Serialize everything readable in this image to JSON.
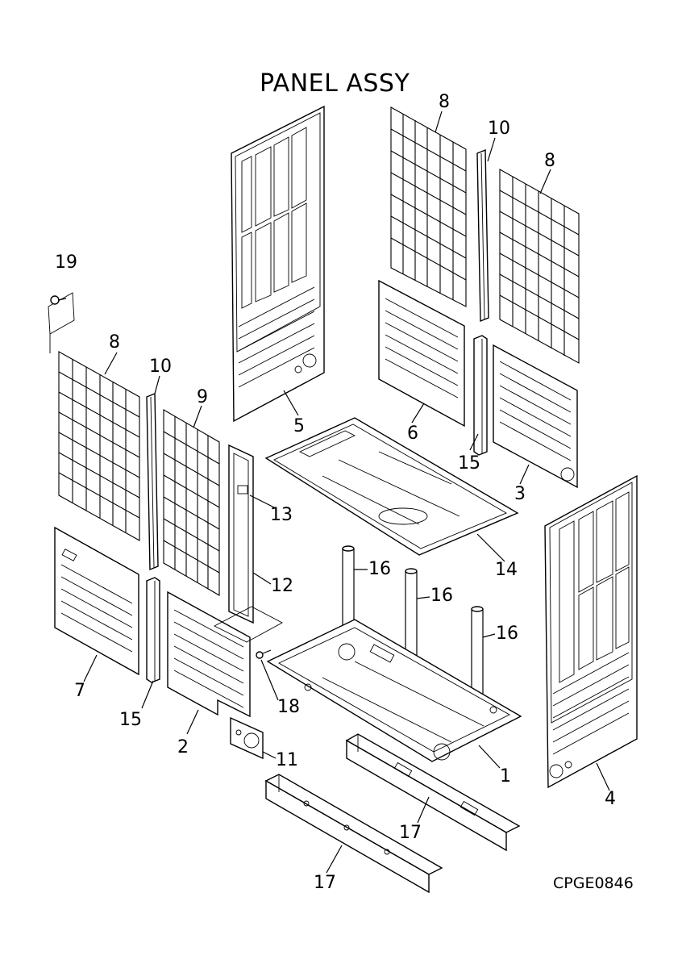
{
  "title": "PANEL ASSY",
  "drawing_code": "CPGE0846",
  "callouts": [
    {
      "id": "c8a",
      "text": "8"
    },
    {
      "id": "c10a",
      "text": "10"
    },
    {
      "id": "c8b",
      "text": "8"
    },
    {
      "id": "c19",
      "text": "19"
    },
    {
      "id": "c8c",
      "text": "8"
    },
    {
      "id": "c10b",
      "text": "10"
    },
    {
      "id": "c9",
      "text": "9"
    },
    {
      "id": "c5",
      "text": "5"
    },
    {
      "id": "c6",
      "text": "6"
    },
    {
      "id": "c15a",
      "text": "15"
    },
    {
      "id": "c3",
      "text": "3"
    },
    {
      "id": "c13",
      "text": "13"
    },
    {
      "id": "c12",
      "text": "12"
    },
    {
      "id": "c14",
      "text": "14"
    },
    {
      "id": "c16a",
      "text": "16"
    },
    {
      "id": "c16b",
      "text": "16"
    },
    {
      "id": "c16c",
      "text": "16"
    },
    {
      "id": "c7",
      "text": "7"
    },
    {
      "id": "c15b",
      "text": "15"
    },
    {
      "id": "c18",
      "text": "18"
    },
    {
      "id": "c2",
      "text": "2"
    },
    {
      "id": "c11",
      "text": "11"
    },
    {
      "id": "c1",
      "text": "1"
    },
    {
      "id": "c4",
      "text": "4"
    },
    {
      "id": "c17a",
      "text": "17"
    },
    {
      "id": "c17b",
      "text": "17"
    }
  ]
}
